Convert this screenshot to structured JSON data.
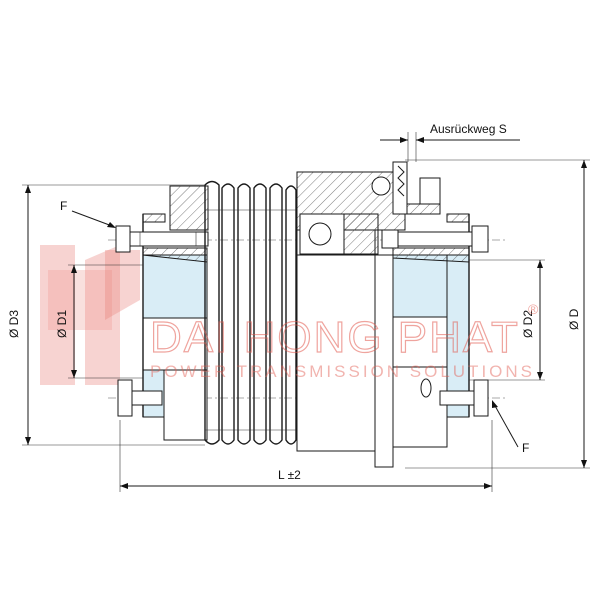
{
  "labels": {
    "ausrueckweg": "Ausrückweg S",
    "F_top": "F",
    "F_bottom": "F",
    "D3": "Ø D3",
    "D1": "Ø D1",
    "D2": "Ø D2",
    "D": "Ø D",
    "L": "L ±2"
  },
  "watermark": {
    "brand": "DAI HONG PHAT",
    "registered": "®",
    "tagline": "POWER TRANSMISSION SOLUTIONS"
  },
  "colors": {
    "line": "#1a1a1a",
    "hub_fill": "#d9edf6",
    "watermark": "#e25a4f"
  }
}
